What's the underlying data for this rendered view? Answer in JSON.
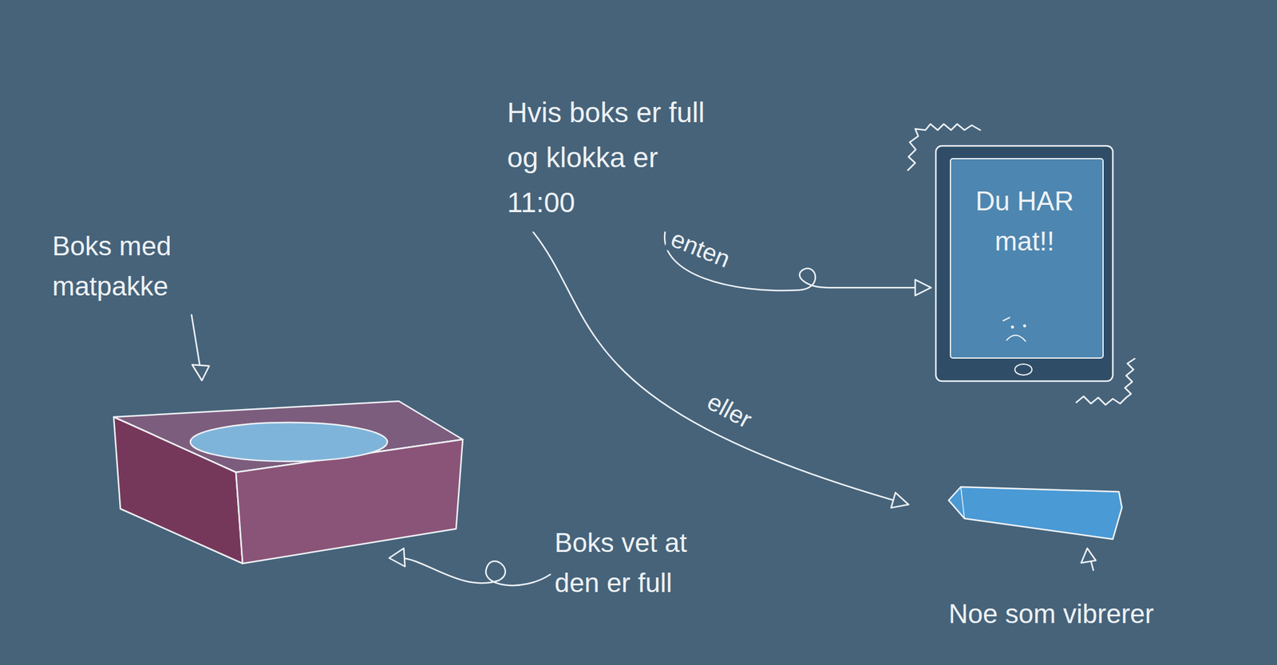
{
  "diagram": {
    "nodes": [
      {
        "text": [
          "Hvis boks er full og klokka er 11:00"
        ]
      },
      {
        "text": [
          "Du HAR mat!!"
        ]
      },
      {
        "text": [
          "Noe som vibrerer"
        ]
      }
    ],
    "edges": [
      {
        "from": 0,
        "to": 1,
        "label": "enten",
        "arrow": "to"
      },
      {
        "from": 0,
        "to": 2,
        "label": "eller",
        "arrow": "to"
      }
    ],
    "labels": [
      "Boks med matpakke",
      "Boks vet at den er full"
    ]
  }
}
